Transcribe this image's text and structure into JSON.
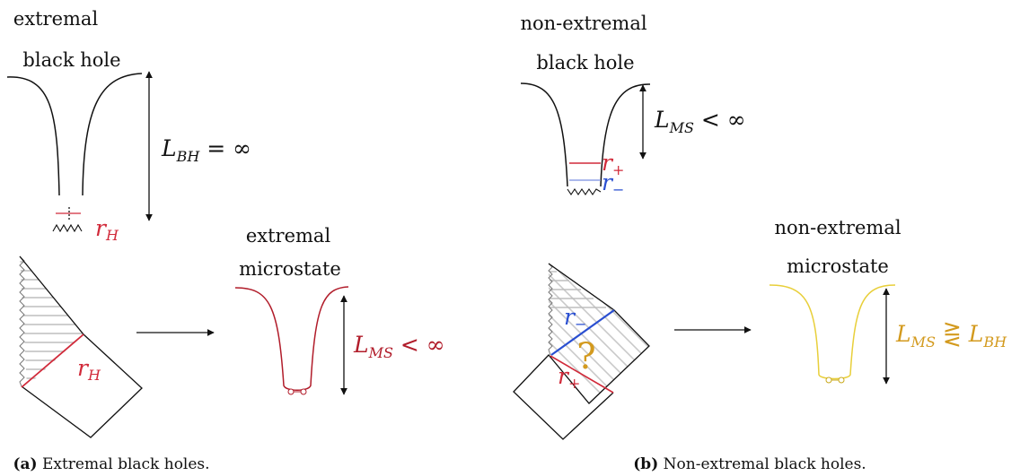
{
  "panel_a": {
    "bh_label_line1": "extremal",
    "bh_label_line2": "black hole",
    "length_label": "L",
    "length_sub": "BH",
    "length_rel": " = ∞",
    "horizon_label": "r",
    "horizon_sub": "H",
    "penrose_horizon_label": "r",
    "penrose_horizon_sub": "H",
    "ms_label_line1": "extremal",
    "ms_label_line2": "microstate",
    "ms_length_label": "L",
    "ms_length_sub": "MS",
    "ms_length_rel": " < ∞",
    "caption_tag": "(a)",
    "caption_text": " Extremal black holes."
  },
  "panel_b": {
    "bh_label_line1": "non-extremal",
    "bh_label_line2": "black hole",
    "length_label": "L",
    "length_sub": "MS",
    "length_rel": " < ∞",
    "outer_horizon_label": "r",
    "outer_horizon_sub": "+",
    "inner_horizon_label": "r",
    "inner_horizon_sub": "−",
    "penrose_outer_label": "r",
    "penrose_outer_sub": "+",
    "penrose_inner_label": "r",
    "penrose_inner_sub": "−",
    "question_mark": "?",
    "ms_label_line1": "non-extremal",
    "ms_label_line2": "microstate",
    "ms_length_label": "L",
    "ms_length_sub": "MS",
    "ms_length_rel": " ⋛ ",
    "ms_length_label2": "L",
    "ms_length_sub2": "BH",
    "caption_tag": "(b)",
    "caption_text": " Non-extremal black holes."
  },
  "colors": {
    "horizon_red": "#d12a3a",
    "inner_blue": "#2a4fd1",
    "light_blue": "#8fa0e6",
    "microstate_red": "#b11c2a",
    "microstate_yellow": "#e8cf3a",
    "question_gold": "#d39a1e",
    "hatch_gray": "#bdbdbd"
  }
}
